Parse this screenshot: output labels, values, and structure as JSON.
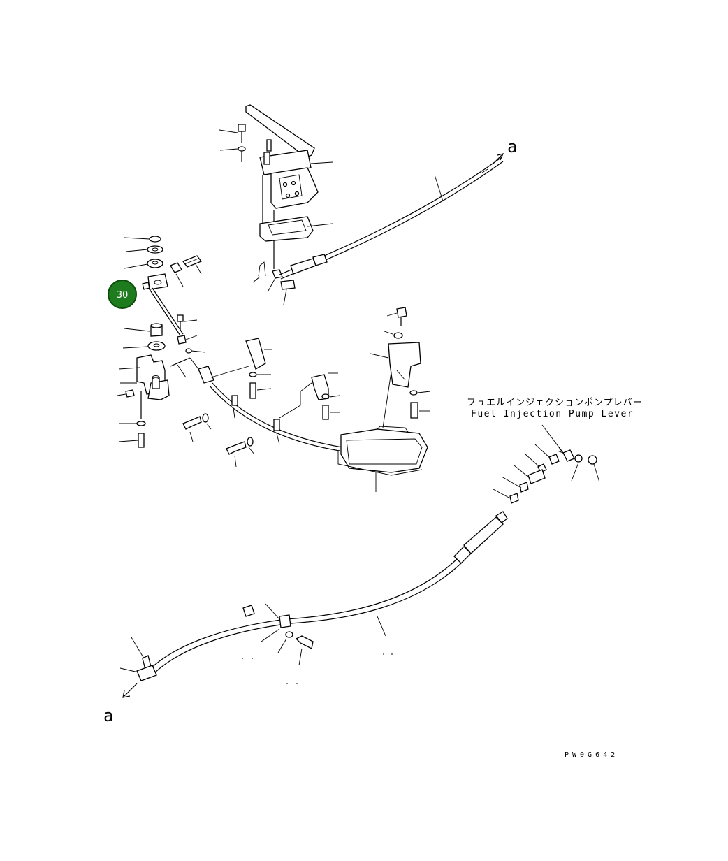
{
  "callout": {
    "number": "30",
    "color": "#1e7b1e",
    "border": "#0c4d0c",
    "text_color": "#ffffff"
  },
  "connector_top": {
    "label": "a"
  },
  "connector_bottom": {
    "label": "a"
  },
  "fuel_lever": {
    "label_jp": "フュエルインジェクションポンプレバー",
    "label_en": "Fuel Injection Pump Lever"
  },
  "drawing_code": "PW0G642",
  "colors": {
    "line": "#000000",
    "background": "#ffffff"
  }
}
